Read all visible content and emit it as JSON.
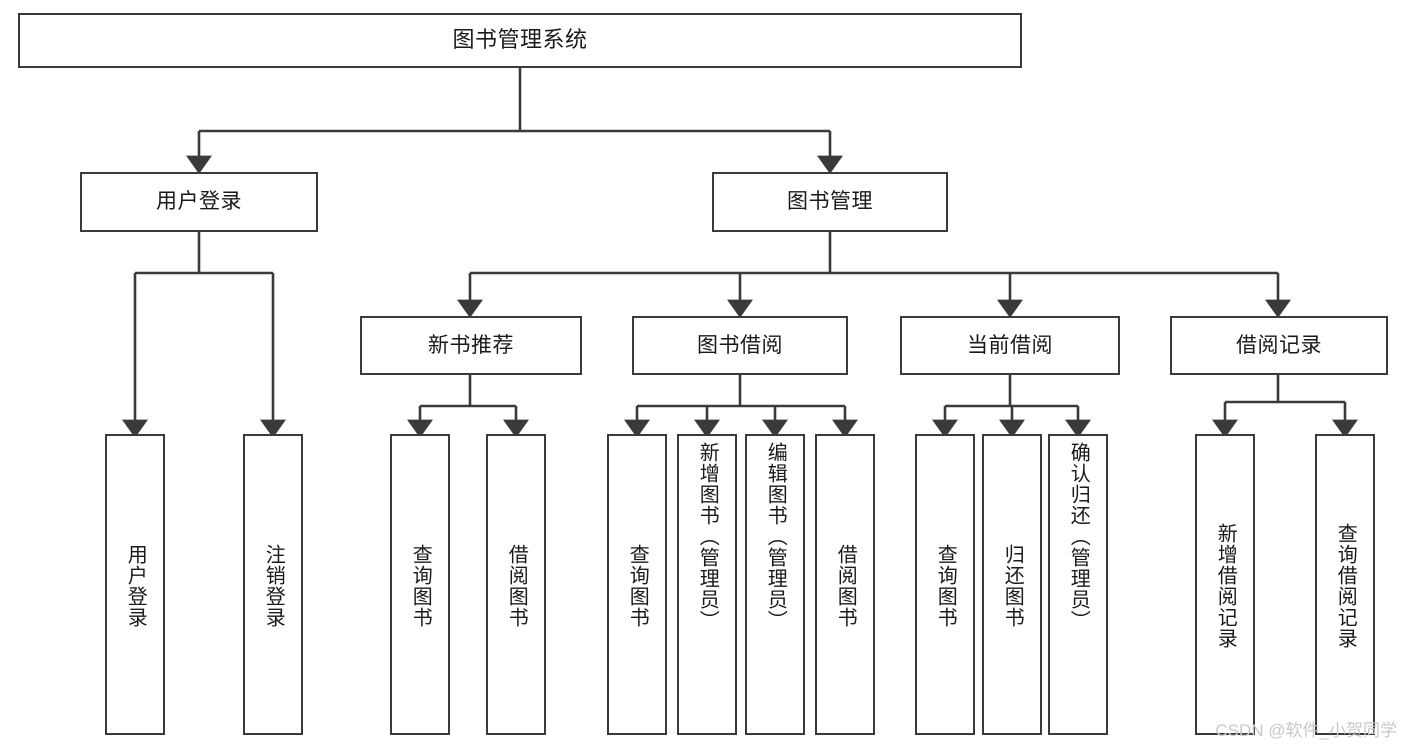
{
  "diagram": {
    "type": "tree",
    "title": "图书管理系统",
    "style": {
      "background": "#ffffff",
      "border_color": "#3a3a3a",
      "text_color": "#1a1a1a",
      "edge_color": "#3a3a3a",
      "watermark_color": "#c9c9c9"
    },
    "watermark": "CSDN @软件_小贺同学",
    "root": {
      "label": "图书管理系统"
    },
    "level2": [
      {
        "label": "用户登录"
      },
      {
        "label": "图书管理"
      }
    ],
    "level3": [
      {
        "label": "新书推荐"
      },
      {
        "label": "图书借阅"
      },
      {
        "label": "当前借阅"
      },
      {
        "label": "借阅记录"
      }
    ],
    "leaves": {
      "user_login": [
        {
          "label": "用户登录"
        },
        {
          "label": "注销登录"
        }
      ],
      "new_book": [
        {
          "label": "查询图书"
        },
        {
          "label": "借阅图书"
        }
      ],
      "book_borrow": [
        {
          "label": "查询图书"
        },
        {
          "label": "新增图书（管理员）"
        },
        {
          "label": "编辑图书（管理员）"
        },
        {
          "label": "借阅图书"
        }
      ],
      "current_borrow": [
        {
          "label": "查询图书"
        },
        {
          "label": "归还图书"
        },
        {
          "label": "确认归还（管理员）"
        }
      ],
      "borrow_record": [
        {
          "label": "新增借阅记录"
        },
        {
          "label": "查询借阅记录"
        }
      ]
    }
  }
}
